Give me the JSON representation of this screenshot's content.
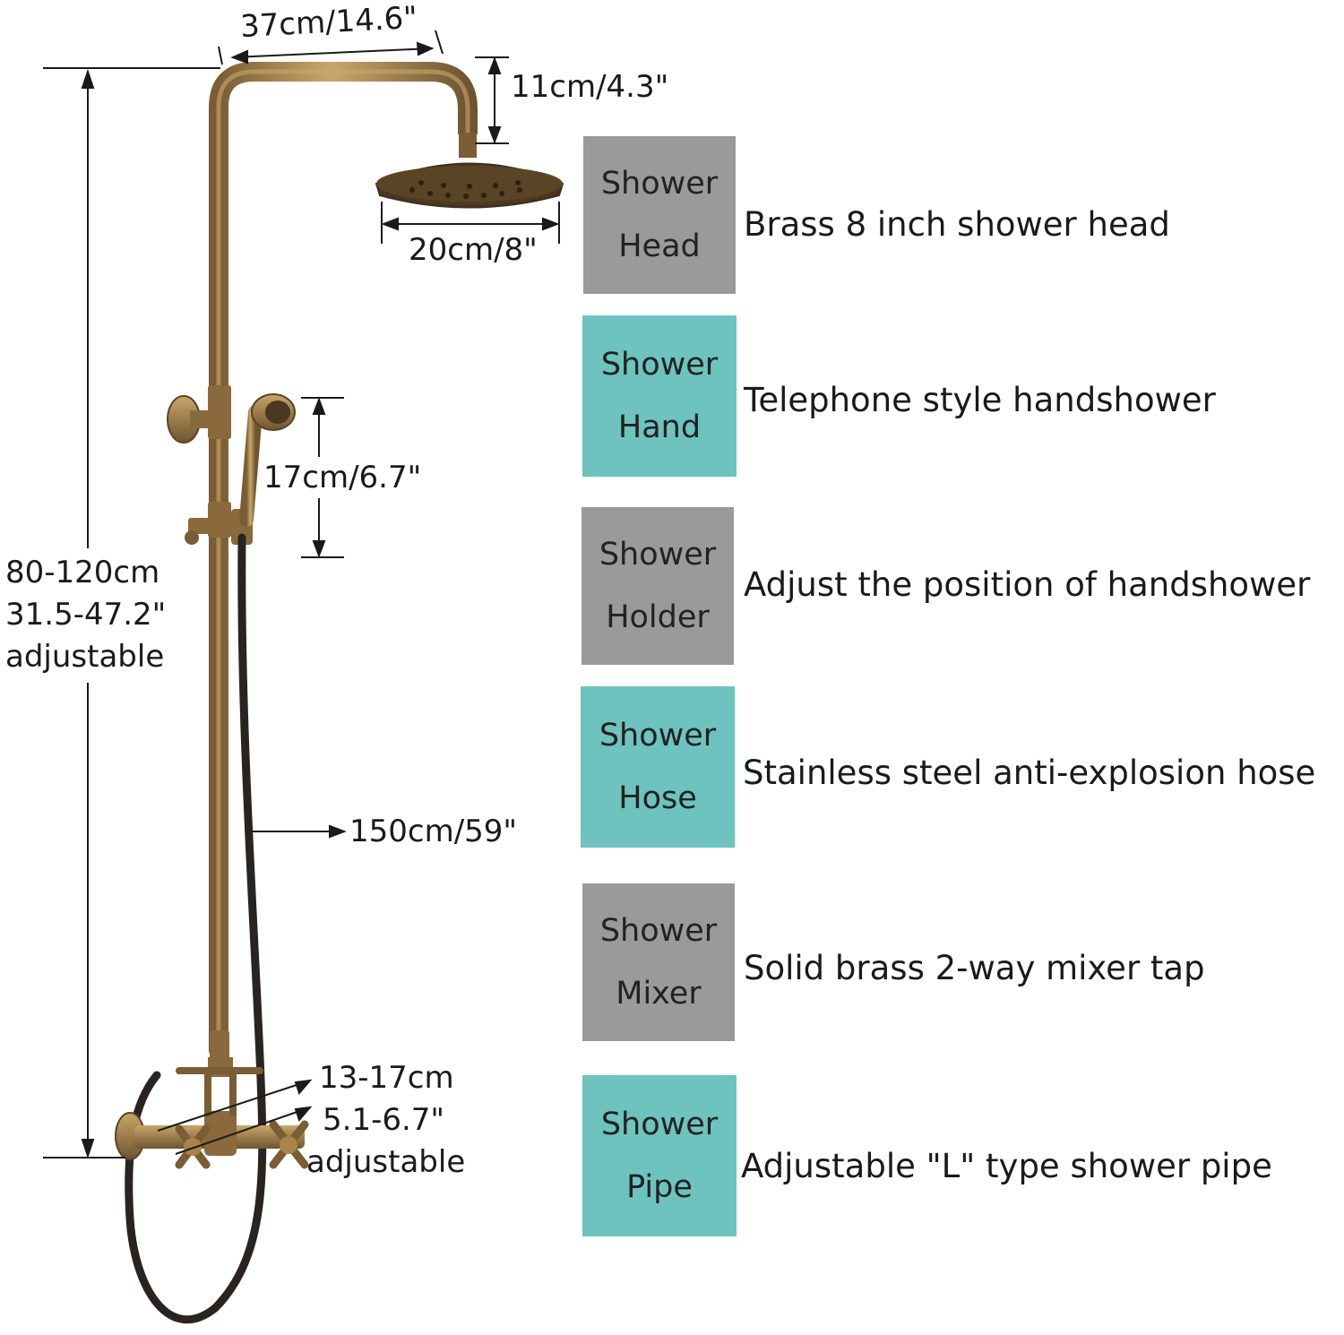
{
  "colors": {
    "brass": "#a8844a",
    "brass_dark": "#6e5430",
    "hose": "#2a2420",
    "box_gray": "#9a9a9a",
    "box_teal": "#6ec3be",
    "line": "#1a1a1a"
  },
  "dimensions": {
    "pipe_width": "37cm/14.6\"",
    "arm_drop": "11cm/4.3\"",
    "head_diameter": "20cm/8\"",
    "handshower_length": "17cm/6.7\"",
    "height": {
      "line1": "80-120cm",
      "line2": "31.5-47.2\"",
      "line3": "adjustable"
    },
    "hose_length": "150cm/59\"",
    "mixer_spacing": {
      "line1": "13-17cm",
      "line2": "5.1-6.7\"",
      "line3": "adjustable"
    }
  },
  "components": [
    {
      "line1": "Shower",
      "line2": "Head",
      "color": "gray",
      "description": "Brass 8 inch shower head"
    },
    {
      "line1": "Shower",
      "line2": "Hand",
      "color": "teal",
      "description": "Telephone style handshower"
    },
    {
      "line1": "Shower",
      "line2": "Holder",
      "color": "gray",
      "description": "Adjust the position of handshower"
    },
    {
      "line1": "Shower",
      "line2": "Hose",
      "color": "teal",
      "description": "Stainless steel anti-explosion hose"
    },
    {
      "line1": "Shower",
      "line2": "Mixer",
      "color": "gray",
      "description": "Solid brass 2-way mixer tap"
    },
    {
      "line1": "Shower",
      "line2": "Pipe",
      "color": "teal",
      "description": "Adjustable \"L\" type shower pipe"
    }
  ]
}
